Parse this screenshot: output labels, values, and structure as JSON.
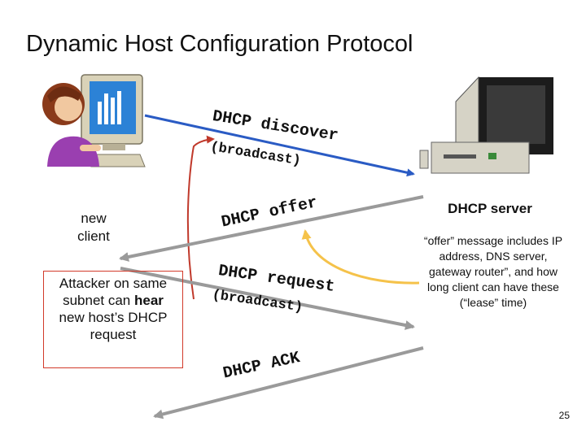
{
  "title": "Dynamic Host Configuration Protocol",
  "messages": {
    "discover_line1": "DHCP discover",
    "discover_line2": "(broadcast)",
    "offer": "DHCP offer",
    "request_line1": "DHCP request",
    "request_line2": "(broadcast)",
    "ack": "DHCP ACK"
  },
  "client_label_line1": "new",
  "client_label_line2": "client",
  "server_label": "DHCP server",
  "attacker_note": {
    "part1": "Attacker on same subnet can ",
    "emphasis": "hear",
    "part2": " new host’s DHCP request"
  },
  "offer_note": "“offer” message includes IP address, DNS server, gateway router”, and how long client can have these (“lease” time)",
  "slide_number": "25",
  "colors": {
    "blue_arrow": "#2a5bc4",
    "gray_arrow": "#9a9a9a",
    "red_arrow": "#c0392b",
    "orange_arrow": "#f5c24a",
    "attacker_border": "#d23a2a"
  },
  "icons": {
    "client": "woman-at-computer-icon",
    "server": "desktop-server-icon"
  }
}
